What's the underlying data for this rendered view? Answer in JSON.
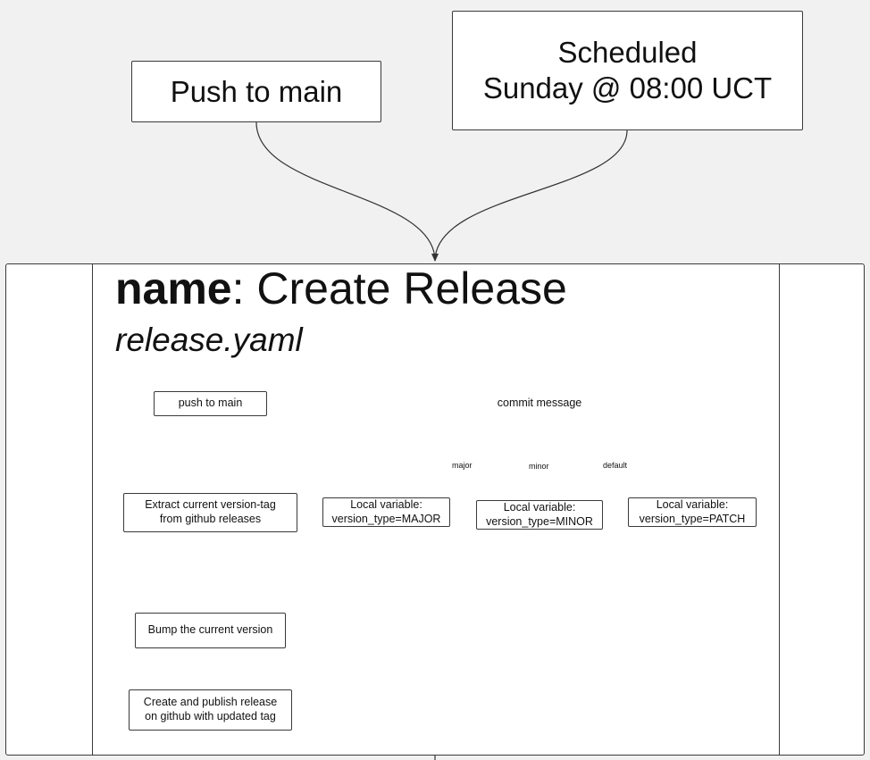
{
  "triggers": {
    "push": "Push to main",
    "scheduled": "Scheduled\nSunday @ 08:00 UCT"
  },
  "workflow": {
    "name_key": "name",
    "name_value": ": Create Release",
    "file": "release.yaml"
  },
  "flow": {
    "push_to_main": "push to main",
    "extract": "Extract current version-tag\nfrom github releases",
    "bump": "Bump the current version",
    "publish": "Create and publish release\non github with updated tag",
    "commit_message": "commit message",
    "major_var": "Local variable:\nversion_type=MAJOR",
    "minor_var": "Local variable:\nversion_type=MINOR",
    "patch_var": "Local variable:\nversion_type=PATCH",
    "label_major": "major",
    "label_minor": "minor",
    "label_default": "default"
  },
  "colors": {
    "background": "#f1f1f1",
    "node_fill": "#ffffff",
    "stroke": "#3a3a3a"
  }
}
